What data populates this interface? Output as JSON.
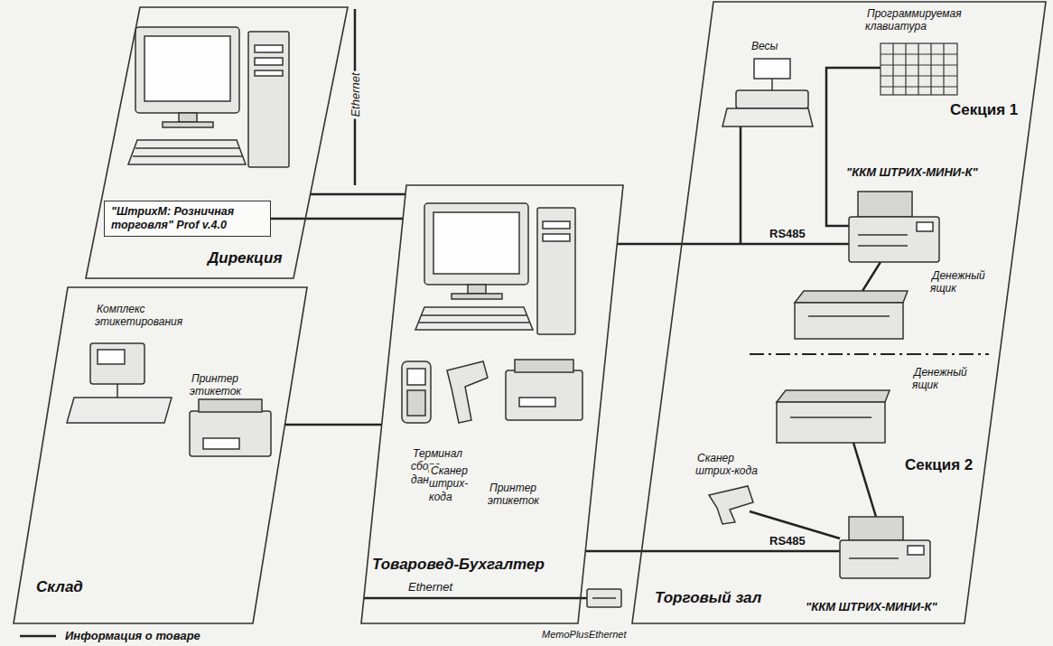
{
  "diagram": {
    "nodes": [
      {
        "text": [
          "Дирекция"
        ]
      },
      {
        "text": [
          "\"ШтрихМ: Розничная торговля\" Prof v.4.0"
        ],
        "in": 0
      },
      {
        "text": [
          "Склад"
        ]
      },
      {
        "text": [
          "Товаровед-Бухгалтер"
        ]
      },
      {
        "text": [
          "Торговый зал"
        ]
      }
    ],
    "edges": [
      {
        "from": 0,
        "to": 3,
        "arrow": "none"
      },
      {
        "from": 1,
        "to": 3,
        "arrow": "none"
      },
      {
        "from": 2,
        "to": 3,
        "arrow": "none"
      },
      {
        "from": 3,
        "to": 4,
        "arrow": "none"
      },
      {
        "from": 3,
        "to": 4,
        "arrow": "none"
      }
    ],
    "labels": [
      "Ethernet",
      "Весы",
      "Программируемая клавиатура",
      "Секция 1",
      "RS485",
      "\"ККМ ШТРИХ-МИНИ-К\"",
      "Денежный ящик",
      "Денежный ящик",
      "Секция 2",
      "Сканер штрих-кода",
      "RS485",
      "\"ККМ ШТРИХ-МИНИ-К\"",
      "Комплекс этикетирования",
      "Принтер этикеток",
      "Терминал сбора данных",
      "Сканер штрих-кода",
      "Принтер этикеток",
      "Ethernet",
      "MemoPlusEthernet"
    ],
    "legend": [
      {
        "text": "Информация о товаре"
      }
    ]
  }
}
